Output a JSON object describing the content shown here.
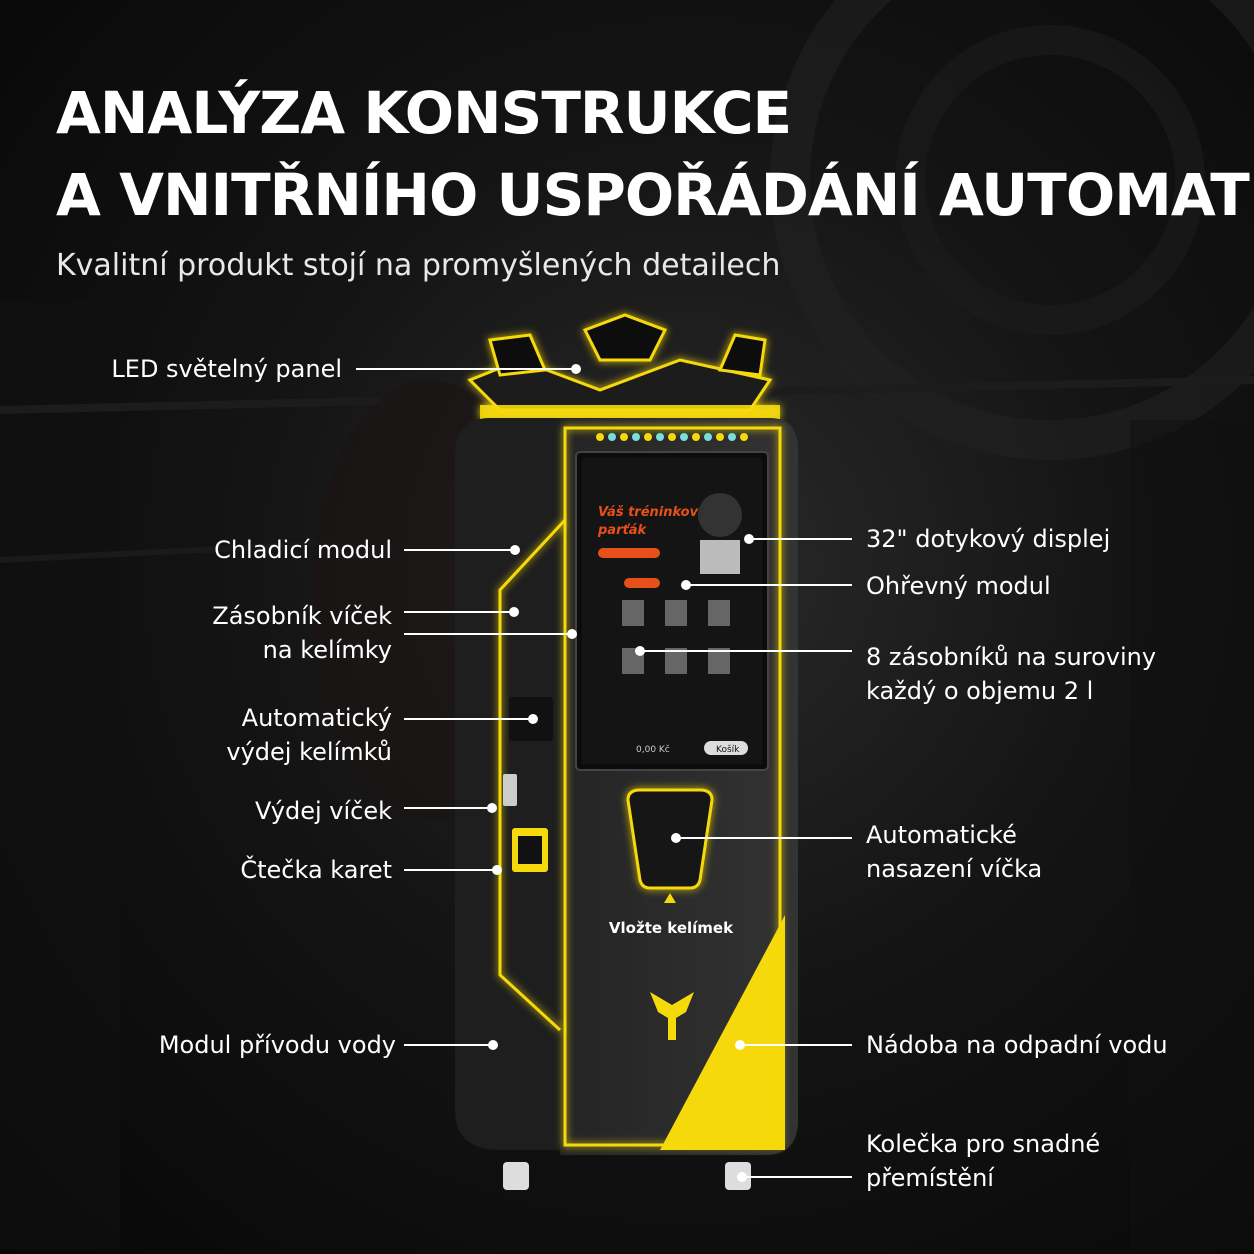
{
  "title_line1": "ANALÝZA KONSTRUKCE",
  "title_line2": "A VNITŘNÍHO USPOŘÁDÁNÍ AUTOMATU",
  "subtitle": "Kvalitní produkt stojí na promyšlených detailech",
  "labels_left": {
    "led_panel": "LED světelný panel",
    "cooling": "Chladicí modul",
    "lid_storage_1": "Zásobník víček",
    "lid_storage_2": "na kelímky",
    "cup_dispense_1": "Automatický",
    "cup_dispense_2": "výdej kelímků",
    "lid_dispense": "Výdej víček",
    "card_reader": "Čtečka karet",
    "water_inlet": "Modul přívodu vody"
  },
  "labels_right": {
    "touch_display": "32\" dotykový displej",
    "heating": "Ohřevný modul",
    "containers_1": "8 zásobníků na suroviny",
    "containers_2": "každý o objemu 2 l",
    "auto_lid_1": "Automatické",
    "auto_lid_2": "nasazení víčka",
    "waste_water": "Nádoba na odpadní vodu",
    "wheels_1": "Kolečka pro snadné",
    "wheels_2": "přemístění"
  },
  "machine": {
    "insert_cup": "Vložte kelímek",
    "screen_heading_1": "Váš tréninkový",
    "screen_heading_2": "parťák",
    "screen_total": "0,00 Kč",
    "screen_cart": "Košík"
  },
  "colors": {
    "accent_yellow": "#f5d90a",
    "machine_body": "#2b2b2b",
    "screen_orange": "#e8501a"
  }
}
